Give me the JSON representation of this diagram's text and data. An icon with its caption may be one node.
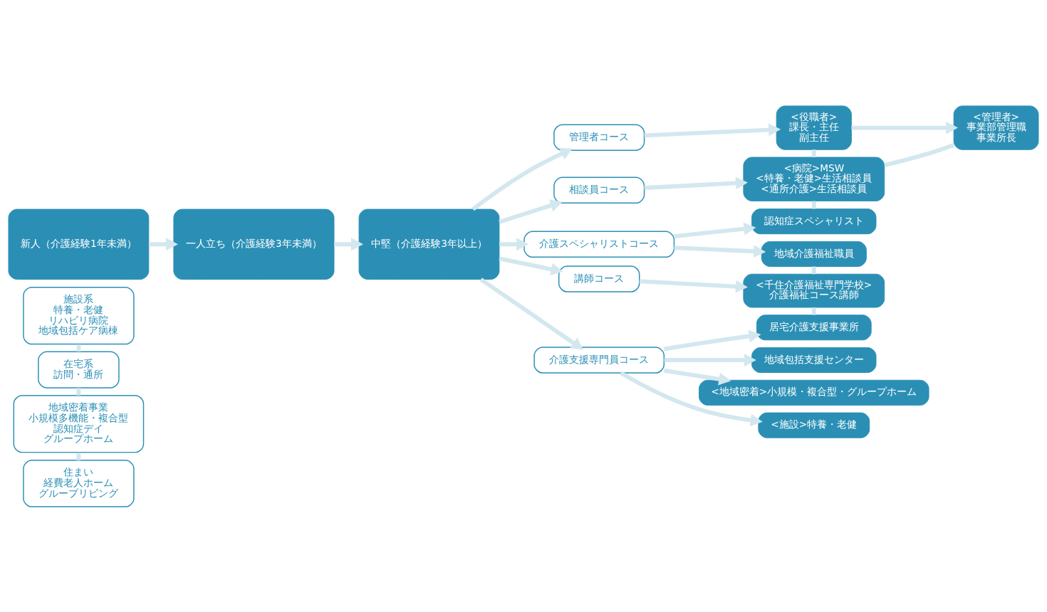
{
  "diagram": {
    "nodes": [
      {
        "text": [
          "施設系",
          "特養・老健",
          "リハビリ病院",
          "地域包括ケア病棟"
        ]
      },
      {
        "text": [
          "在宅系",
          "訪問・通所"
        ]
      },
      {
        "text": [
          "地域密着事業",
          "小規模多機能・複合型",
          "認知症デイ",
          "グループホーム"
        ]
      },
      {
        "text": [
          "住まい",
          "経費老人ホーム",
          "グループリビング"
        ]
      },
      {
        "text": [
          "新人（介護経験1年未満）"
        ]
      },
      {
        "text": [
          "一人立ち（介護経験3年未満）"
        ]
      },
      {
        "text": [
          "中堅（介護経験3年以上）"
        ]
      },
      {
        "text": [
          "管理者コース"
        ]
      },
      {
        "text": [
          "相談員コース"
        ]
      },
      {
        "text": [
          "介護スペシャリストコース"
        ]
      },
      {
        "text": [
          "講師コース"
        ]
      },
      {
        "text": [
          "介護支援専門員コース"
        ]
      },
      {
        "text": [
          "<役職者>",
          "課長・主任",
          "副主任"
        ]
      },
      {
        "text": [
          "<管理者>",
          "事業部管理職",
          "事業所長"
        ]
      },
      {
        "text": [
          "<病院>MSW",
          "<特養・老健>生活相談員",
          "<通所介護>生活相談員"
        ]
      },
      {
        "text": [
          "認知症スペシャリスト"
        ]
      },
      {
        "text": [
          "地域介護福祉職員"
        ]
      },
      {
        "text": [
          "<千住介護福祉専門学校>",
          "介護福祉コース講師"
        ]
      },
      {
        "text": [
          "居宅介護支援事業所"
        ]
      },
      {
        "text": [
          "地域包括支援センター"
        ]
      },
      {
        "text": [
          "<地域密着>小規模・複合型・グループホーム"
        ]
      },
      {
        "text": [
          "<施設>特養・老健"
        ]
      }
    ],
    "edges": [
      {
        "from": 0,
        "to": 1,
        "arrow": "none"
      },
      {
        "from": 1,
        "to": 2,
        "arrow": "none"
      },
      {
        "from": 2,
        "to": 3,
        "arrow": "none"
      },
      {
        "from": 4,
        "to": 5,
        "arrow": "to"
      },
      {
        "from": 5,
        "to": 6,
        "arrow": "to"
      },
      {
        "from": 6,
        "to": 7,
        "arrow": "to"
      },
      {
        "from": 6,
        "to": 8,
        "arrow": "to"
      },
      {
        "from": 6,
        "to": 9,
        "arrow": "to"
      },
      {
        "from": 6,
        "to": 10,
        "arrow": "to"
      },
      {
        "from": 6,
        "to": 11,
        "arrow": "to"
      },
      {
        "from": 7,
        "to": 12,
        "arrow": "to"
      },
      {
        "from": 12,
        "to": 13,
        "arrow": "to"
      },
      {
        "from": 8,
        "to": 14,
        "arrow": "to"
      },
      {
        "from": 9,
        "to": 15,
        "arrow": "to"
      },
      {
        "from": 9,
        "to": 16,
        "arrow": "to"
      },
      {
        "from": 10,
        "to": 17,
        "arrow": "to"
      },
      {
        "from": 11,
        "to": 18,
        "arrow": "to"
      },
      {
        "from": 11,
        "to": 19,
        "arrow": "to"
      },
      {
        "from": 11,
        "to": 20,
        "arrow": "to"
      },
      {
        "from": 11,
        "to": 21,
        "arrow": "to"
      },
      {
        "from": 12,
        "to": 14,
        "arrow": "none"
      },
      {
        "from": 13,
        "to": 14,
        "arrow": "none"
      },
      {
        "from": 14,
        "to": 15,
        "arrow": "none"
      },
      {
        "from": 16,
        "to": 17,
        "arrow": "none"
      },
      {
        "from": 17,
        "to": 18,
        "arrow": "none"
      }
    ]
  }
}
